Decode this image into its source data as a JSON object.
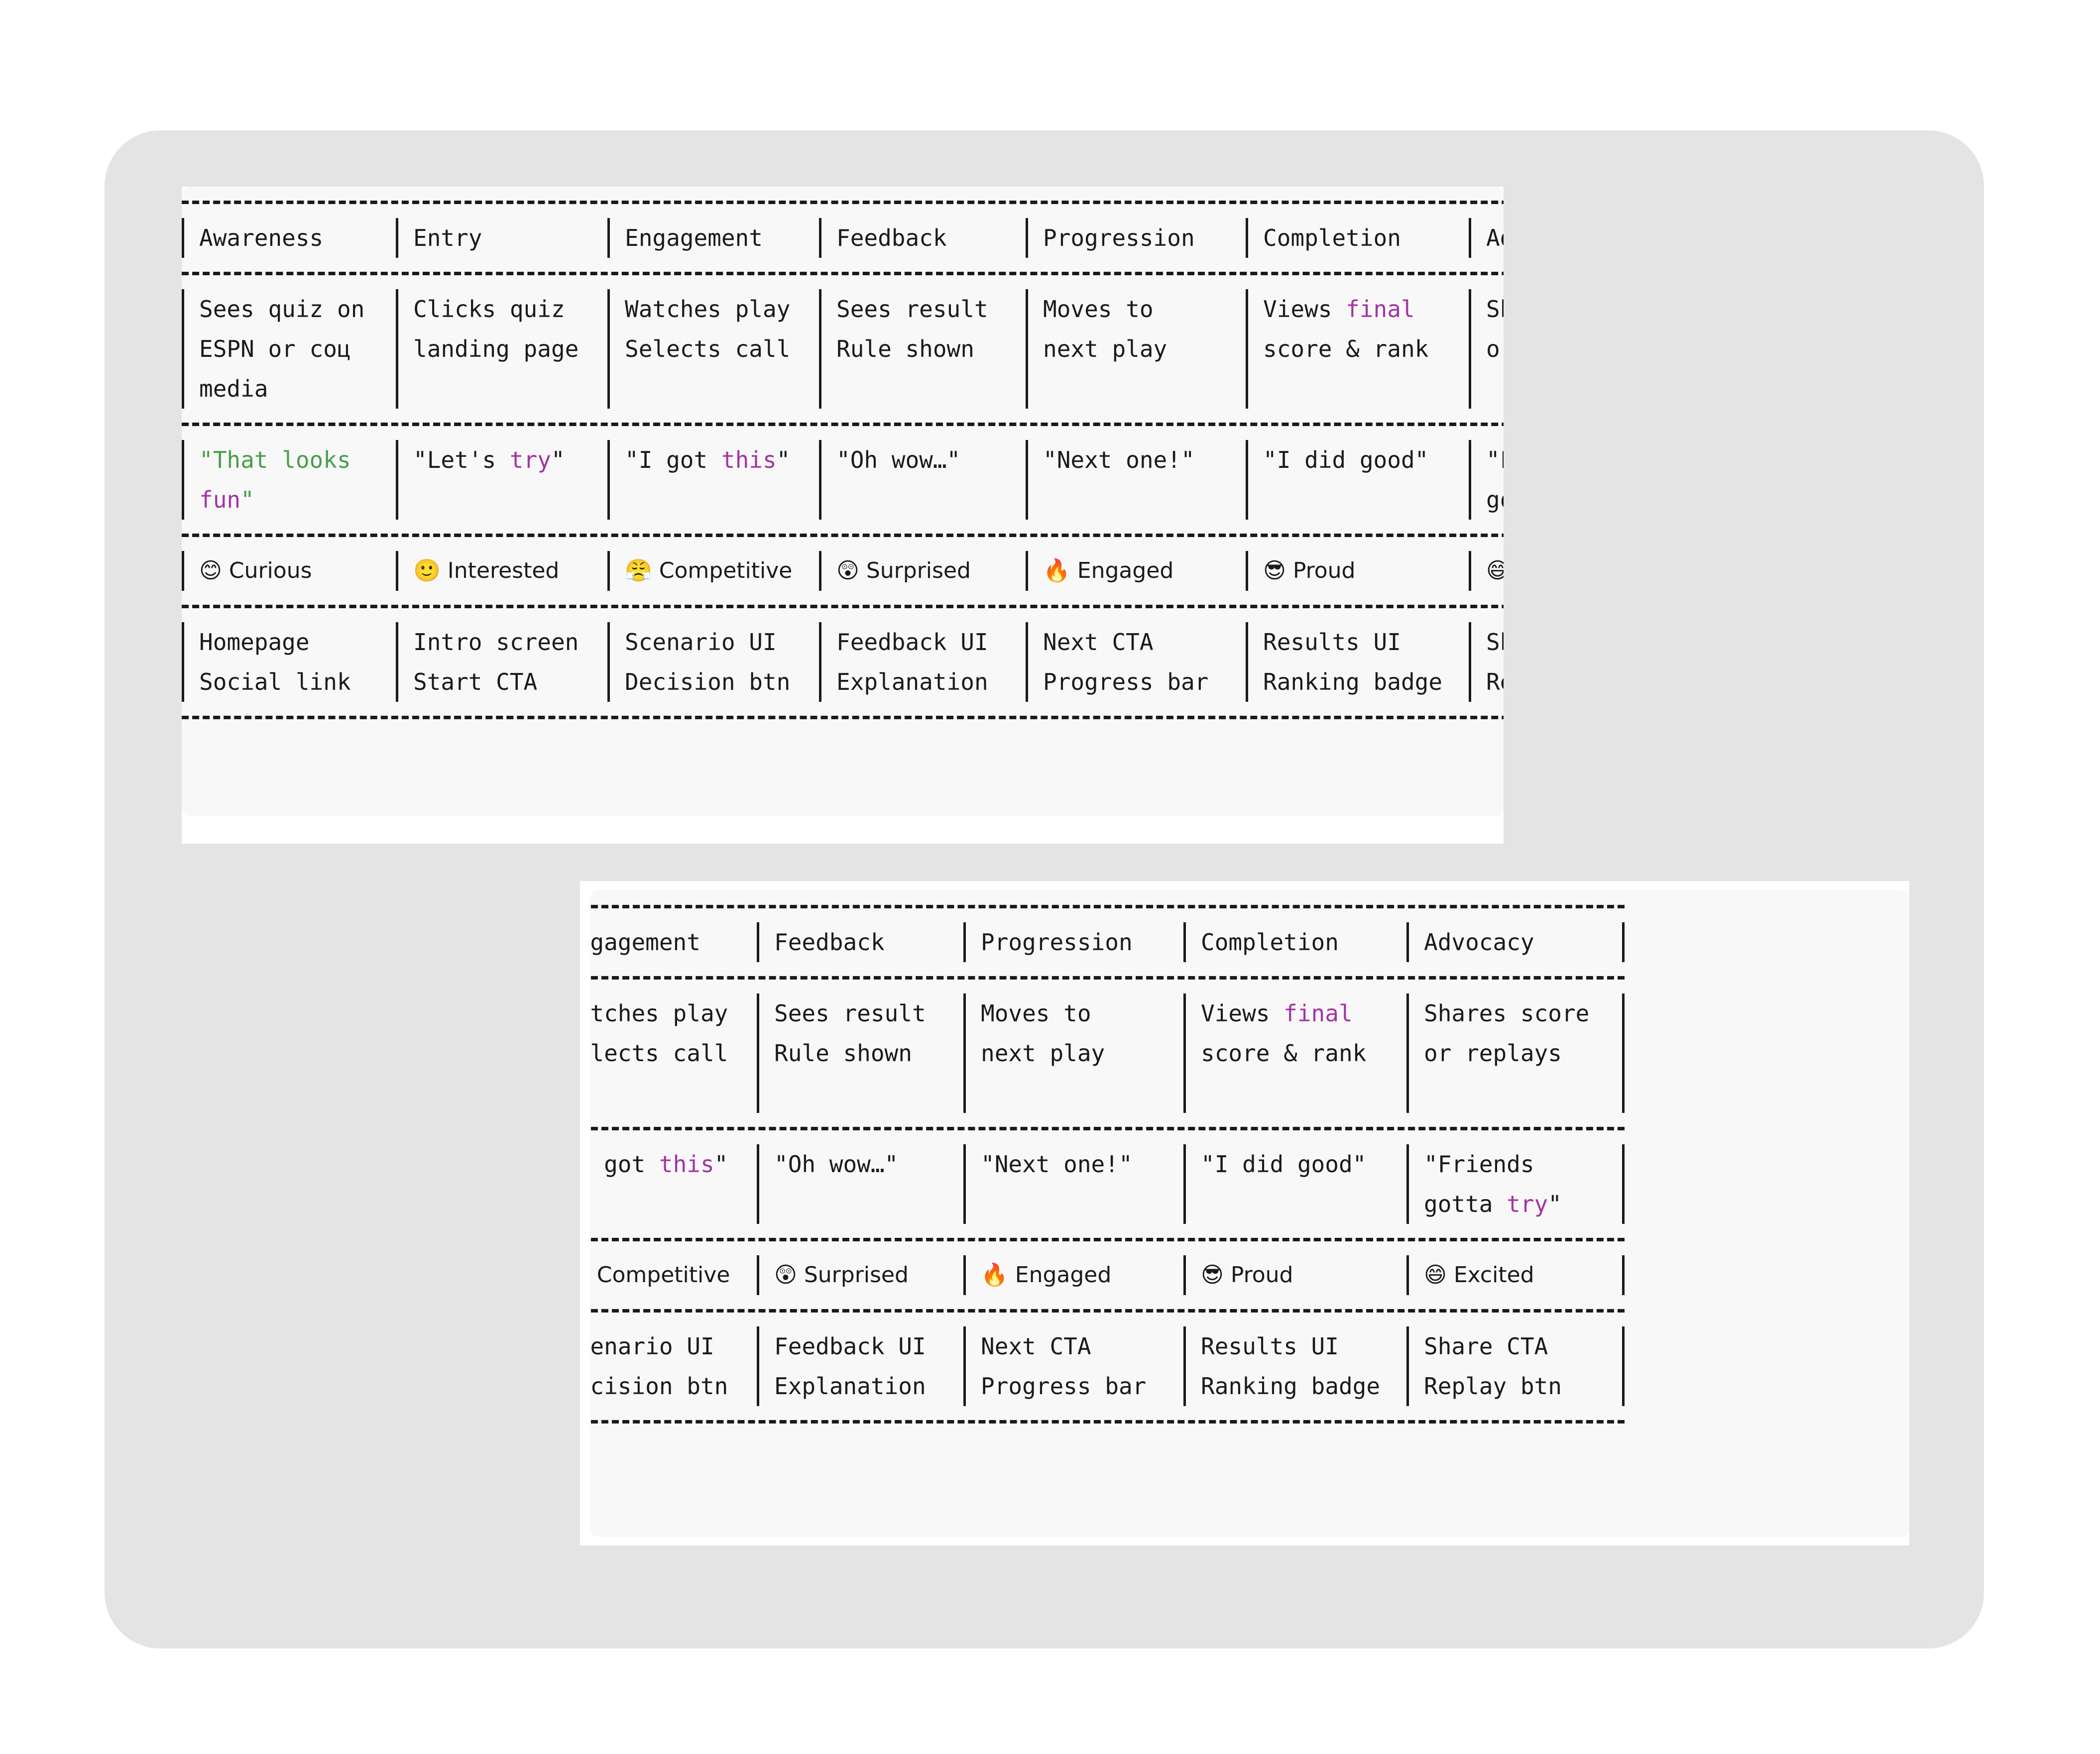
{
  "theme": {
    "page_bg": "#ffffff",
    "panel_bg": "#e4e4e4",
    "card_bg": "#ffffff",
    "table_bg": "#f8f8f8",
    "text": "#1a1a1a",
    "string_green": "#4a9e4a",
    "keyword_purple": "#a433a4",
    "scrollbar_thumb": "#808080"
  },
  "table": {
    "columns": [
      "Awareness",
      "Entry",
      "Engagement",
      "Feedback",
      "Progression",
      "Completion",
      "Advocacy"
    ],
    "rows": [
      {
        "name": "action",
        "cells": [
          [
            "Sees quiz on",
            "ESPN or соц",
            "media"
          ],
          [
            "Clicks quiz",
            "landing page",
            ""
          ],
          [
            "Watches play",
            "Selects call",
            ""
          ],
          [
            "Sees result",
            "Rule shown",
            ""
          ],
          [
            "Moves to",
            "next play",
            ""
          ],
          [
            "Views final",
            "score & rank",
            ""
          ],
          [
            "Shares score",
            "or replays",
            ""
          ]
        ]
      },
      {
        "name": "quote",
        "cells": [
          [
            "\"That looks",
            "fun\""
          ],
          [
            "\"Let's try\"",
            ""
          ],
          [
            "\"I got this\"",
            ""
          ],
          [
            "\"Oh wow…\"",
            ""
          ],
          [
            "\"Next one!\"",
            ""
          ],
          [
            "\"I did good\"",
            ""
          ],
          [
            "\"Friends",
            "gotta try\""
          ]
        ]
      },
      {
        "name": "emotion",
        "cells": [
          [
            "😊 Curious"
          ],
          [
            "🙂 Interested"
          ],
          [
            "😤 Competitive"
          ],
          [
            "😲 Surprised"
          ],
          [
            "🔥 Engaged"
          ],
          [
            "😎 Proud"
          ],
          [
            "😄 Excited"
          ]
        ]
      },
      {
        "name": "touchpoint",
        "cells": [
          [
            "Homepage",
            "Social link"
          ],
          [
            "Intro screen",
            "Start CTA"
          ],
          [
            "Scenario UI",
            "Decision btn"
          ],
          [
            "Feedback UI",
            "Explanation"
          ],
          [
            "Next CTA",
            "Progress bar"
          ],
          [
            "Results UI",
            "Ranking badge"
          ],
          [
            "Share CTA",
            "Replay btn"
          ]
        ]
      }
    ]
  },
  "highlight": {
    "top": {
      "awareness_quote_l1": "\"That looks",
      "awareness_quote_l2_p": "fun",
      "awareness_quote_l2_q": "\"",
      "entry_quote_pre": "\"Let's ",
      "entry_quote_kw": "try",
      "entry_quote_post": "\"",
      "engagement_quote_pre": "\"I got ",
      "engagement_quote_kw": "this",
      "engagement_quote_post": "\"",
      "feedback_quote": "\"Oh wow…\"",
      "progression_quote": "\"Next one!\"",
      "completion_quote": "\"I did good\"",
      "advocacy_quote_l1": "\"Friends",
      "advocacy_quote_l2_pre": "gotta ",
      "advocacy_quote_l2_kw": "try",
      "advocacy_quote_l2_post": "\"",
      "completion_action_pre": "Views ",
      "completion_action_kw": "final",
      "completion_action_l2": "score & rank"
    }
  },
  "emoji_names": {
    "curious": "relieved-face-icon",
    "interested": "slightly-smiling-face-icon",
    "competitive": "face-with-steam-icon",
    "surprised": "astonished-face-icon",
    "engaged": "fire-icon",
    "proud": "smiling-face-with-sunglasses-icon",
    "excited": "grinning-face-icon"
  },
  "scrollbar": {
    "orientation": "horizontal",
    "position_label": "scrolled-left"
  }
}
